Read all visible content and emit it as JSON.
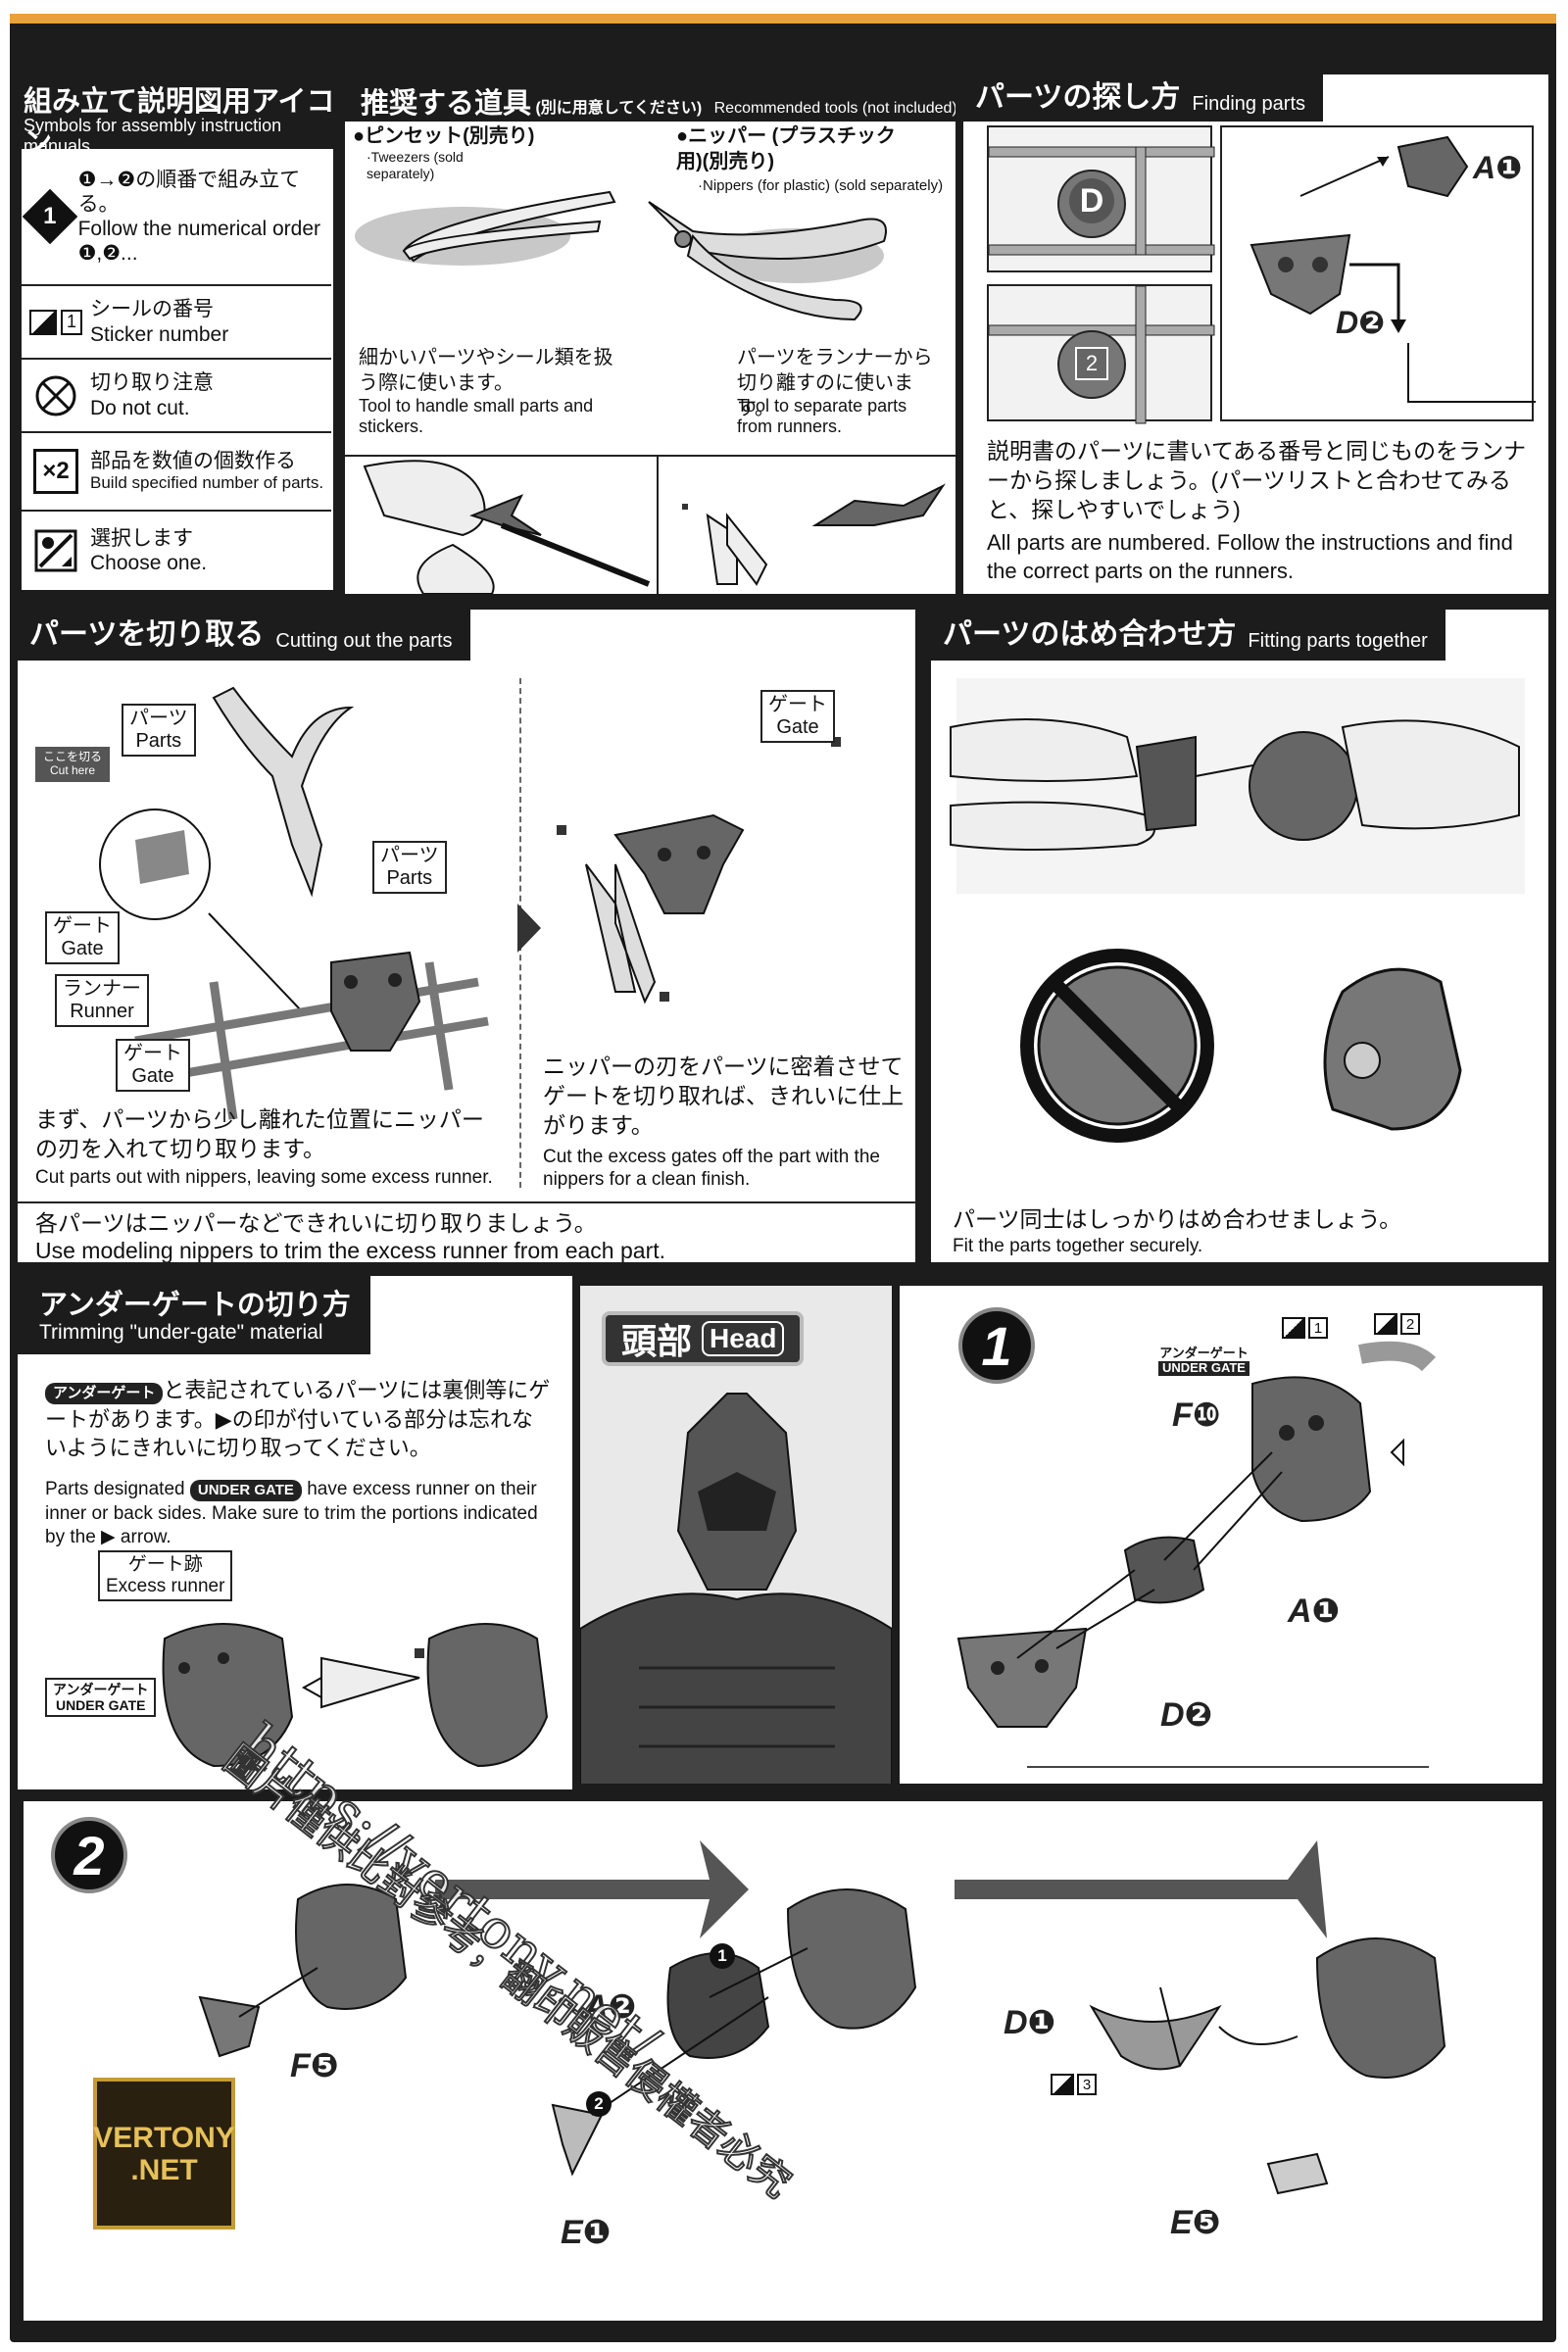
{
  "symbols": {
    "title_jp": "組み立て説明図用アイコン",
    "title_en": "Symbols for assembly instruction manuals",
    "order_jp": "❶→❷の順番で組み立てる。",
    "order_en": "Follow the numerical order ❶,❷...",
    "sticker_jp": "シールの番号",
    "sticker_en": "Sticker number",
    "sticker_num": "1",
    "nocut_jp": "切り取り注意",
    "nocut_en": "Do not cut.",
    "multi_jp": "部品を数値の個数作る",
    "multi_en": "Build specified number of parts.",
    "multi_icon": "×2",
    "choose_jp": "選択します",
    "choose_en": "Choose one."
  },
  "tools": {
    "title_jp": "推奨する道具",
    "title_note_jp": "(別に用意してください)",
    "title_en": "Recommended tools (not included)",
    "tweezers_jp": "●ピンセット(別売り)",
    "tweezers_en": "·Tweezers (sold separately)",
    "nippers_jp": "●ニッパー (プラスチック用)(別売り)",
    "nippers_en": "·Nippers (for plastic) (sold separately)",
    "tweezers_desc_jp": "細かいパーツやシール類を扱う際に使います。",
    "tweezers_desc_en": "Tool to handle small parts and stickers.",
    "nippers_desc_jp": "パーツをランナーから切り離すのに使います。",
    "nippers_desc_en": "Tool to separate parts from runners."
  },
  "finding": {
    "title_jp": "パーツの探し方",
    "title_en": "Finding parts",
    "runner_letter": "D",
    "runner_num": "2",
    "label_a1": "A❶",
    "label_d2": "D❷",
    "desc_jp": "説明書のパーツに書いてある番号と同じものをランナーから探しましょう。(パーツリストと合わせてみると、探しやすいでしょう)",
    "desc_en": "All parts are numbered. Follow the instructions and find the correct parts on the runners."
  },
  "cutting": {
    "title_jp": "パーツを切り取る",
    "title_en": "Cutting out the parts",
    "cut_here_jp": "ここを切る",
    "cut_here_en": "Cut here",
    "parts_jp": "パーツ",
    "parts_en": "Parts",
    "gate_jp": "ゲート",
    "gate_en": "Gate",
    "runner_jp": "ランナー",
    "runner_en": "Runner",
    "step1_jp": "まず、パーツから少し離れた位置にニッパーの刃を入れて切り取ります。",
    "step1_en": "Cut parts out with nippers, leaving some excess runner.",
    "step2_jp": "ニッパーの刃をパーツに密着させてゲートを切り取れば、きれいに仕上がります。",
    "step2_en": "Cut the excess gates off the part with the nippers for a clean finish.",
    "footer_jp": "各パーツはニッパーなどできれいに切り取りましょう。",
    "footer_en": "Use modeling nippers to trim the excess runner from each part."
  },
  "fitting": {
    "title_jp": "パーツのはめ合わせ方",
    "title_en": "Fitting parts together",
    "desc_jp": "パーツ同士はしっかりはめ合わせましょう。",
    "desc_en": "Fit the parts together securely."
  },
  "undergate": {
    "title_jp": "アンダーゲートの切り方",
    "title_en": "Trimming \"under-gate\" material",
    "tag_jp": "アンダーゲート",
    "tag_en": "UNDER GATE",
    "desc_jp_a": "と表記されているパーツには裏側等にゲートがあります。▶の印が付いている部分は忘れないようにきれいに切り取ってください。",
    "desc_en_a": "Parts designated",
    "desc_en_b": "have excess runner on their inner or back sides. Make sure to trim the portions indicated by the ▶ arrow.",
    "excess_jp": "ゲート跡",
    "excess_en": "Excess runner"
  },
  "head": {
    "title_jp": "頭部",
    "title_en": "Head"
  },
  "step1": {
    "num": "1",
    "label_f10": "F❿",
    "label_a1": "A❶",
    "label_d2": "D❷",
    "sticker1": "1",
    "sticker2": "2",
    "ug_jp": "アンダーゲート",
    "ug_en": "UNDER GATE"
  },
  "step2": {
    "num": "2",
    "label_f5": "F❺",
    "label_a2": "A❷",
    "label_e1": "E❶",
    "label_d1": "D❶",
    "label_e5": "E❺",
    "sticker3": "3",
    "order1": "1",
    "order2": "2"
  },
  "watermark": {
    "url": "https://vertony.net/",
    "cn": "圖片僅供比對參考，翻印販售侵權者必究",
    "logo_l1": "VERTONY",
    "logo_l2": ".NET"
  }
}
